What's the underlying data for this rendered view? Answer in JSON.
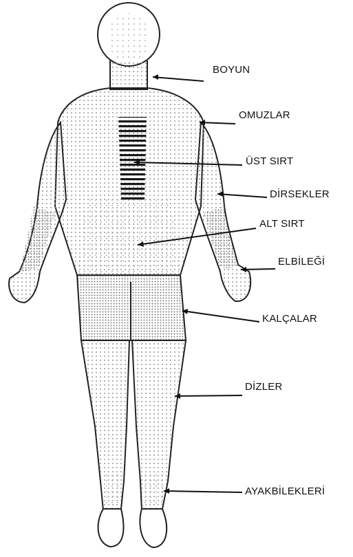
{
  "regions": [
    {
      "id": "boyun",
      "label": "BOYUN"
    },
    {
      "id": "omuzlar",
      "label": "OMUZLAR"
    },
    {
      "id": "ust_sirt",
      "label": "ÜST SIRT"
    },
    {
      "id": "dirsek",
      "label": "DİRSEKLER"
    },
    {
      "id": "alt_sirt",
      "label": "ALT SIRT"
    },
    {
      "id": "elbilegi",
      "label": "ELBİLEĞİ"
    },
    {
      "id": "kalca",
      "label": "KALÇALAR"
    },
    {
      "id": "dizler",
      "label": "DİZLER"
    },
    {
      "id": "ayak",
      "label": "AYAKBİLEKLERİ"
    }
  ],
  "colors": {
    "outline": "#222222",
    "dots": "#9a9a9a",
    "hatch": "#1a1a1a",
    "text": "#111111"
  }
}
